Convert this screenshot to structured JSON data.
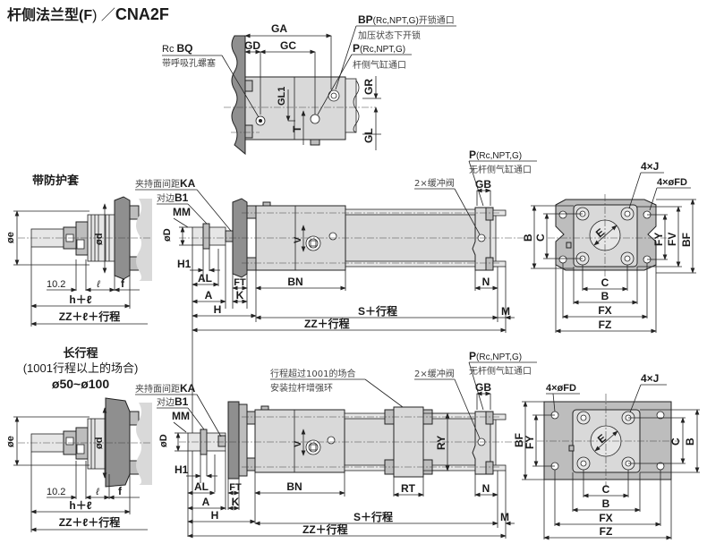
{
  "title": {
    "prefix": "杆侧法兰型(",
    "code": "F",
    "suffix": ") ／",
    "model": "CNA2F"
  },
  "top_view": {
    "rc_bq": {
      "prefix": "Rc ",
      "code": "BQ",
      "note": "带呼吸孔螺塞"
    },
    "bp": {
      "code": "BP",
      "spec": "(Rc,NPT,G)",
      "desc": "开锁通口",
      "note": "加压状态下开锁"
    },
    "p": {
      "code": "P",
      "spec": "(Rc,NPT,G)",
      "note": "杆侧气缸通口"
    },
    "dims": {
      "ga": "GA",
      "gd": "GD",
      "gc": "GC",
      "gl1": "GL1",
      "t": "T",
      "gr": "GR",
      "gl": "GL"
    }
  },
  "boot_view": {
    "title": "带防护套",
    "dims": {
      "e": "øe",
      "d": "ød",
      "w102": "10.2",
      "l": "ℓ",
      "f": "f",
      "h_l": "h＋ℓ",
      "zz_l_stroke": "ZZ＋ℓ＋行程"
    }
  },
  "long_stroke_view": {
    "title_1": "长行程",
    "title_2": "(1001行程以上的场合)",
    "title_3": "ø50~ø100"
  },
  "side_view": {
    "ka": {
      "label": "夹持面间距",
      "code": "KA"
    },
    "b1": {
      "label": "对边",
      "code": "B1"
    },
    "mm": "MM",
    "d": "øD",
    "h1": "H1",
    "al": "AL",
    "a": "A",
    "ft": "FT",
    "k": "K",
    "h": "H",
    "bn": "BN",
    "v": "V",
    "s_stroke": "S＋行程",
    "zz_stroke": "ZZ＋行程",
    "m": "M",
    "n": "N",
    "gb": "GB",
    "cushion": "2×缓冲阀",
    "p": {
      "code": "P",
      "spec": "(Rc,NPT,G)",
      "note": "无杆侧气缸通口"
    },
    "rt": "RT",
    "ry": "RY",
    "ring_note_1": "行程超过1001的场合",
    "ring_note_2": "安装拉杆增强环"
  },
  "end_view": {
    "j": "4×J",
    "fd": "4×øFD",
    "b": "B",
    "c": "C",
    "e": "E",
    "fy": "FY",
    "fv": "FV",
    "bf": "BF",
    "fx": "FX",
    "fz": "FZ"
  },
  "colors": {
    "body": "#d9d9d9",
    "dark": "#8f8f8f",
    "line": "#222222",
    "text_cn": "#444444"
  }
}
